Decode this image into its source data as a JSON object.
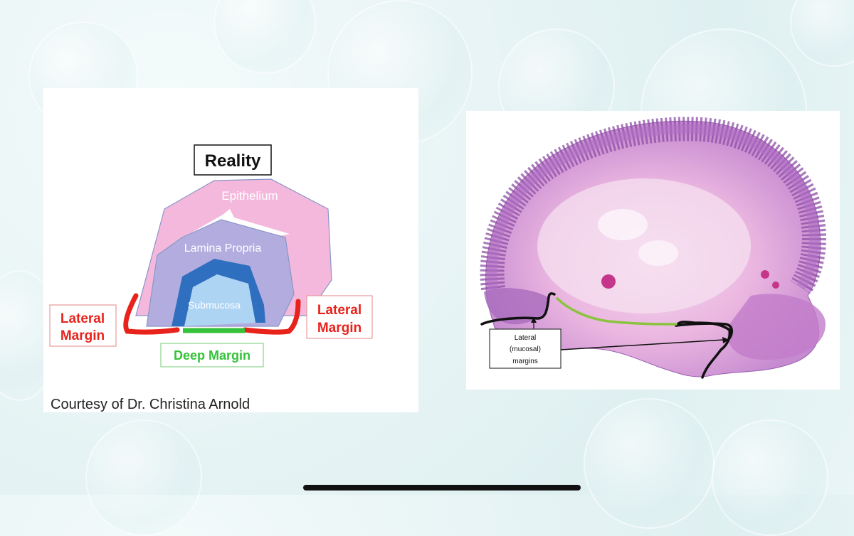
{
  "left_figure": {
    "title": "Reality",
    "layers": {
      "epithelium": "Epithelium",
      "lamina_propria": "Lamina Propria",
      "submucosa": "Submucosa"
    },
    "margins": {
      "lateral_left": [
        "Lateral",
        "Margin"
      ],
      "lateral_right": [
        "Lateral",
        "Margin"
      ],
      "deep": "Deep Margin"
    },
    "caption": "Courtesy of Dr. Christina Arnold",
    "colors": {
      "epithelium": "#f4b8dc",
      "lamina_propria": "#b3addf",
      "submucosa_band": "#2f6fc0",
      "submucosa_core": "#aed4f4",
      "lateral_margin": "#e8231c",
      "deep_margin": "#35c23a"
    }
  },
  "right_figure": {
    "annotation": [
      "Lateral",
      "(mucosal)",
      "margins"
    ],
    "colors": {
      "tissue": "#c58ad0",
      "tissue_dark": "#8e4fa6",
      "deep_margin_line": "#8ac43e",
      "margin_line": "#111111"
    }
  }
}
